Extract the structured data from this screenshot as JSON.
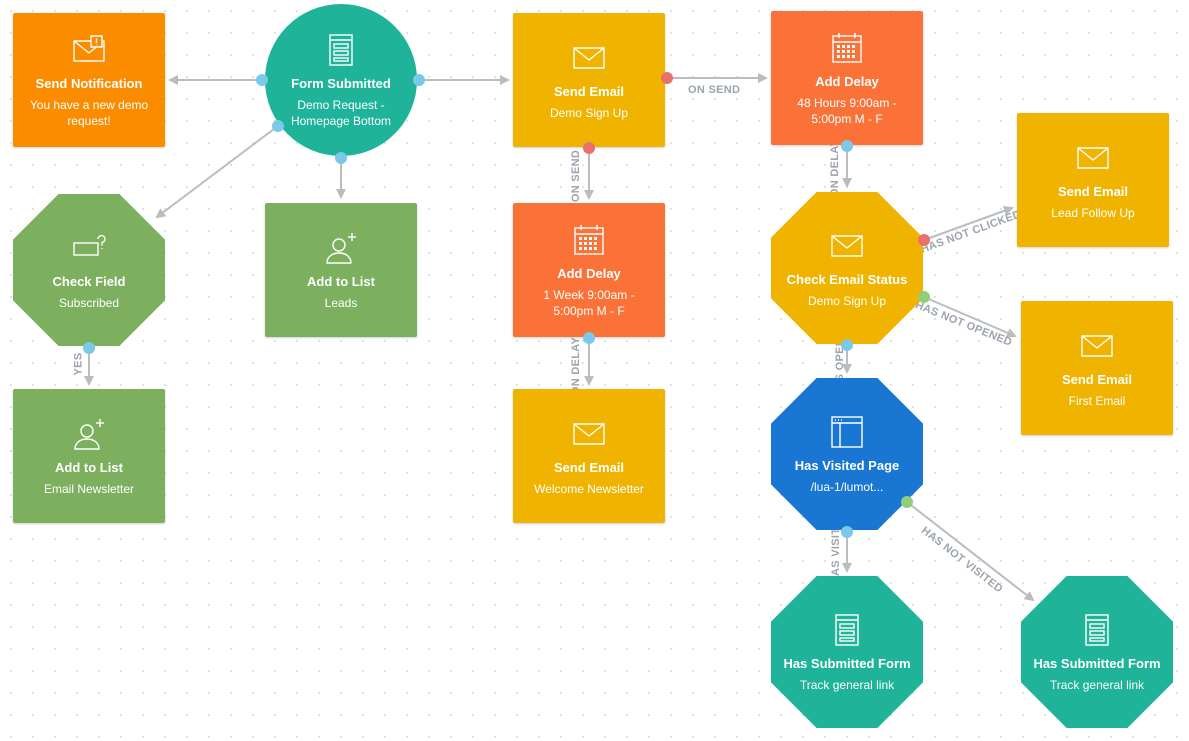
{
  "colors": {
    "orange": "#fb8c00",
    "teal": "#1fb39a",
    "gold": "#f0b400",
    "coral": "#fb7239",
    "green": "#7cb05e",
    "blue": "#1976d2",
    "connector": "#bcbcbc",
    "edge_label": "#9ca4ae"
  },
  "nodes": {
    "send_notification": {
      "title": "Send Notification",
      "subtitle": "You have a new demo request!",
      "icon": "notification-icon"
    },
    "form_submitted": {
      "title": "Form Submitted",
      "subtitle": "Demo Request - Homepage Bottom",
      "icon": "form-icon"
    },
    "send_email_demo": {
      "title": "Send Email",
      "subtitle": "Demo Sign Up",
      "icon": "envelope-icon"
    },
    "add_delay_48": {
      "title": "Add Delay",
      "subtitle": "48 Hours 9:00am - 5:00pm M - F",
      "icon": "calendar-icon"
    },
    "check_field": {
      "title": "Check Field",
      "subtitle": "Subscribed",
      "icon": "field-question-icon"
    },
    "add_to_list_leads": {
      "title": "Add to List",
      "subtitle": "Leads",
      "icon": "add-user-icon"
    },
    "add_delay_week": {
      "title": "Add Delay",
      "subtitle": "1 Week 9:00am - 5:00pm M - F",
      "icon": "calendar-icon"
    },
    "check_email_status": {
      "title": "Check Email Status",
      "subtitle": "Demo Sign Up",
      "icon": "envelope-icon"
    },
    "send_email_followup": {
      "title": "Send Email",
      "subtitle": "Lead Follow Up",
      "icon": "envelope-icon"
    },
    "send_email_first": {
      "title": "Send Email",
      "subtitle": "First Email",
      "icon": "envelope-icon"
    },
    "add_to_list_newsletter": {
      "title": "Add to List",
      "subtitle": "Email Newsletter",
      "icon": "add-user-icon"
    },
    "send_email_welcome": {
      "title": "Send Email",
      "subtitle": "Welcome Newsletter",
      "icon": "envelope-icon"
    },
    "has_visited_page": {
      "title": "Has Visited Page",
      "subtitle": "/lua-1/lumot...",
      "icon": "browser-icon"
    },
    "has_submitted_form_1": {
      "title": "Has Submitted Form",
      "subtitle": "Track general link",
      "icon": "form-icon"
    },
    "has_submitted_form_2": {
      "title": "Has Submitted Form",
      "subtitle": "Track general link",
      "icon": "form-icon"
    }
  },
  "edge_labels": {
    "on_send_1": "ON SEND",
    "on_send_2": "ON SEND",
    "on_delay_1": "ON DELAY",
    "on_delay_2": "ON DELAY",
    "yes": "YES",
    "has_not_clicked": "HAS NOT CLICKED",
    "has_not_opened": "HAS NOT OPENED",
    "has_opened": "HAS OPENED",
    "has_visited": "HAS VISITED",
    "has_not_visited": "HAS NOT VISITED"
  }
}
